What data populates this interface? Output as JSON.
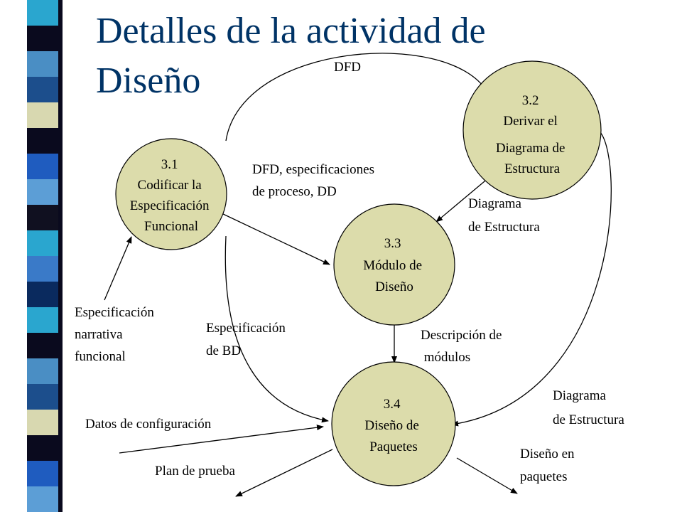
{
  "slide": {
    "title_line1": "Detalles de la actividad de",
    "title_line2": "Diseño",
    "title_color": "#003366",
    "node_fill": "#dcdcab",
    "stripe_colors": [
      "#2aa6cf",
      "#0a0a1e",
      "#4a8ec4",
      "#1c4e8c",
      "#d8d8b0",
      "#0a0a1e",
      "#1f5cbf",
      "#5c9ed6",
      "#101020",
      "#2aa6cf",
      "#3a7ac8",
      "#0a2a5e"
    ]
  },
  "nodes": [
    {
      "id": "3.1",
      "lines": [
        "3.1",
        "Codificar la",
        "Especificación",
        "Funcional"
      ]
    },
    {
      "id": "3.2",
      "lines": [
        "3.2",
        "Derivar el",
        "Diagrama de",
        "Estructura"
      ]
    },
    {
      "id": "3.3",
      "lines": [
        "3.3",
        "Módulo de",
        "Diseño"
      ]
    },
    {
      "id": "3.4",
      "lines": [
        "3.4",
        "Diseño de",
        "Paquetes"
      ]
    }
  ],
  "labels": {
    "dfd": "DFD",
    "dfd_spec_1": "DFD, especificaciones",
    "dfd_spec_2": "de proceso, DD",
    "diag_est_1a": "Diagrama",
    "diag_est_1b": "de Estructura",
    "esp_narr_1": "Especificación",
    "esp_narr_2": "narrativa",
    "esp_narr_3": "funcional",
    "esp_bd_1": "Especificación",
    "esp_bd_2": "de BD",
    "desc_mod_1": "Descripción de",
    "desc_mod_2": " módulos",
    "diag_est_2a": "Diagrama",
    "diag_est_2b": "de Estructura",
    "datos_conf": "Datos de configuración",
    "plan_prueba": "Plan de prueba",
    "dis_paq_1": "Diseño en",
    "dis_paq_2": "paquetes"
  }
}
